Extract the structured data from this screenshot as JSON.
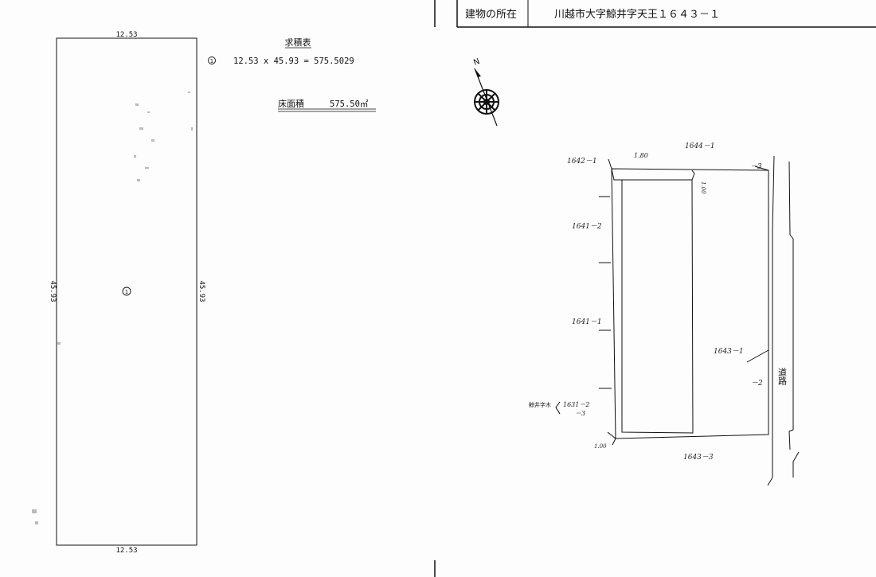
{
  "header": {
    "label": "建物の所在",
    "location": "川越市大字鯨井字天王１６４３－１"
  },
  "floor_plan": {
    "dim_top": "12.53",
    "dim_bottom": "12.53",
    "dim_left": "45.93",
    "dim_right": "45.93",
    "area_marker": "①"
  },
  "area_table": {
    "title": "求積表",
    "row_marker": "①",
    "formula": "12.53 x 45.93 = 575.5029",
    "floor_area_label": "床面積",
    "floor_area_value": "575.50㎡"
  },
  "north_arrow": {
    "label": "N"
  },
  "site_plan": {
    "labels": {
      "top_left_lot": "1642－1",
      "top_setback": "1.80",
      "top_lot": "1644－1",
      "top_right_lot": "－3",
      "right_setback": "1.00",
      "left_lot_upper": "1641－2",
      "left_lot_lower": "1641－1",
      "right_lot": "1643－1",
      "right_lot_sub": "－2",
      "bottom_left_lot_a": "1631－2",
      "bottom_left_lot_b": "－3",
      "bottom_left_prefix": "鯨井字木",
      "bottom_setback": "1.00",
      "bottom_lot": "1643－3",
      "road": "道路"
    }
  }
}
